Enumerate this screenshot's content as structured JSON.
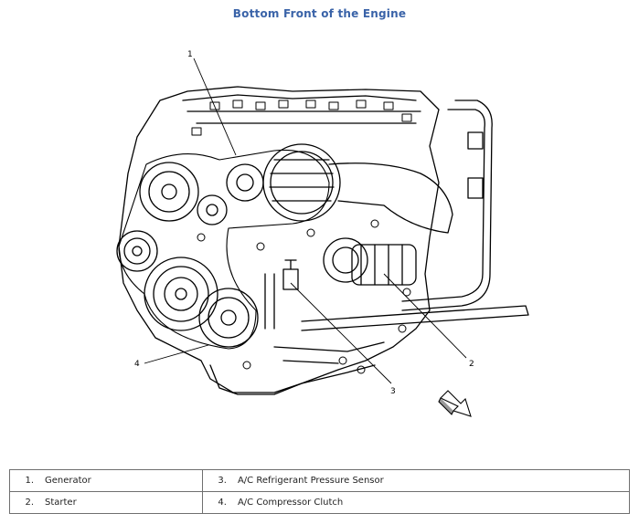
{
  "title": "Bottom Front of the Engine",
  "callouts": [
    "1",
    "2",
    "3",
    "4"
  ],
  "legend": [
    [
      {
        "num": "1.",
        "label": "Generator"
      },
      {
        "num": "3.",
        "label": "A/C Refrigerant Pressure Sensor"
      }
    ],
    [
      {
        "num": "2.",
        "label": "Starter"
      },
      {
        "num": "4.",
        "label": "A/C Compressor Clutch"
      }
    ]
  ],
  "colors": {
    "title": "#3a63a8",
    "line": "#000000",
    "border": "#6f6f6f"
  }
}
